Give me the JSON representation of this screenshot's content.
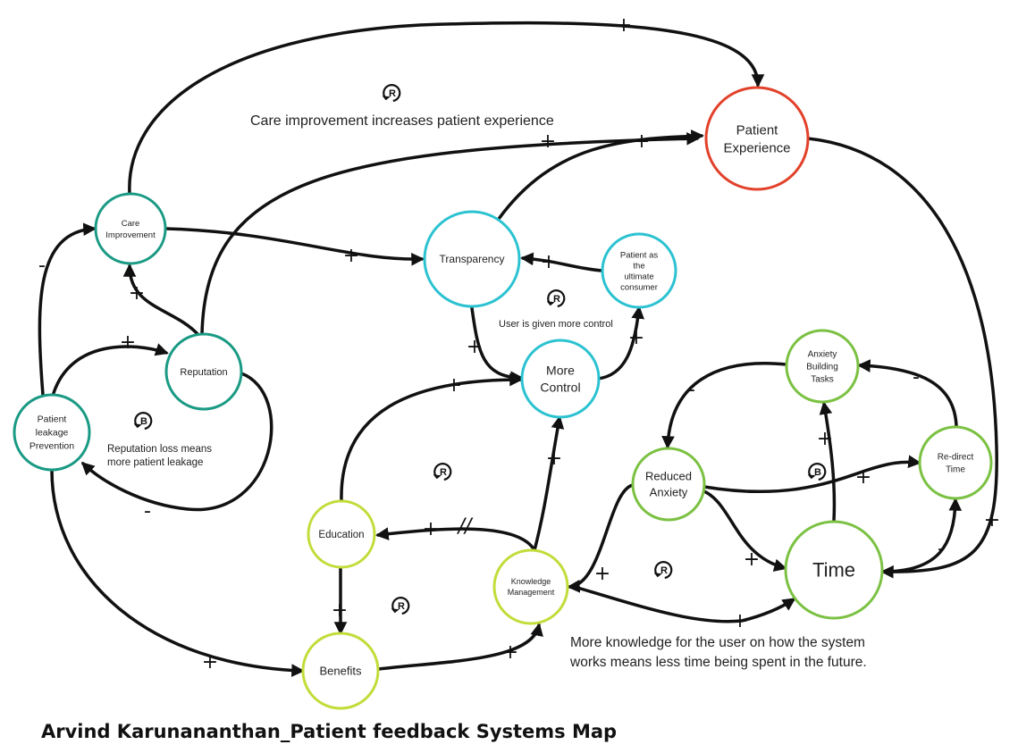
{
  "title": "Arvind Karunananthan_Patient feedback Systems Map",
  "colors": {
    "teal": "#1a9a84",
    "cyan": "#2bc2d1",
    "green": "#7bc142",
    "yellow_green": "#c2dc3a",
    "red": "#e2412a",
    "edge": "#111111"
  },
  "nodes": [
    {
      "id": "patient_experience",
      "lines": [
        "Patient",
        "Experience"
      ],
      "color": "#e2412a"
    },
    {
      "id": "care_improvement",
      "lines": [
        "Care",
        "Improvement"
      ],
      "color": "#1a9a84"
    },
    {
      "id": "transparency",
      "lines": [
        "Transparency"
      ],
      "color": "#2bc2d1"
    },
    {
      "id": "patient_consumer",
      "lines": [
        "Patient as",
        "the",
        "ultimate",
        "consumer"
      ],
      "color": "#2bc2d1"
    },
    {
      "id": "reputation",
      "lines": [
        "Reputation"
      ],
      "color": "#1a9a84"
    },
    {
      "id": "patient_leakage",
      "lines": [
        "Patient",
        "leakage",
        "Prevention"
      ],
      "color": "#1a9a84"
    },
    {
      "id": "more_control",
      "lines": [
        "More",
        "Control"
      ],
      "color": "#2bc2d1"
    },
    {
      "id": "anxiety_tasks",
      "lines": [
        "Anxiety",
        "Building",
        "Tasks"
      ],
      "color": "#7bc142"
    },
    {
      "id": "reduced_anxiety",
      "lines": [
        "Reduced",
        "Anxiety"
      ],
      "color": "#7bc142"
    },
    {
      "id": "redirect_time",
      "lines": [
        "Re-direct",
        "Time"
      ],
      "color": "#7bc142"
    },
    {
      "id": "education",
      "lines": [
        "Education"
      ],
      "color": "#c2dc3a"
    },
    {
      "id": "knowledge_mgmt",
      "lines": [
        "Knowledge",
        "Management"
      ],
      "color": "#c2dc3a"
    },
    {
      "id": "time",
      "lines": [
        "Time"
      ],
      "color": "#7bc142"
    },
    {
      "id": "benefits",
      "lines": [
        "Benefits"
      ],
      "color": "#c2dc3a"
    }
  ],
  "edges": [
    {
      "id": "care-to-experience",
      "sign": "+"
    },
    {
      "id": "reputation-to-experience",
      "sign": "+"
    },
    {
      "id": "transparency-to-experience",
      "sign": "+"
    },
    {
      "id": "care-to-transparency",
      "sign": "+"
    },
    {
      "id": "consumer-to-transparency",
      "sign": "+"
    },
    {
      "id": "transparency-to-control",
      "sign": "+"
    },
    {
      "id": "control-to-consumer",
      "sign": "+"
    },
    {
      "id": "reputation-to-care",
      "sign": "+"
    },
    {
      "id": "leakage-to-care",
      "sign": "-"
    },
    {
      "id": "leakage-to-reputation",
      "sign": "+"
    },
    {
      "id": "reputation-to-leakage",
      "sign": "-"
    },
    {
      "id": "leakage-to-benefits",
      "sign": "+"
    },
    {
      "id": "education-to-control",
      "sign": "+"
    },
    {
      "id": "education-to-benefits",
      "sign": "+"
    },
    {
      "id": "knowledge-to-education",
      "sign": "+",
      "delay": "//"
    },
    {
      "id": "knowledge-to-control",
      "sign": "+"
    },
    {
      "id": "benefits-to-knowledge",
      "sign": "+"
    },
    {
      "id": "experience-to-time",
      "sign": "+"
    },
    {
      "id": "tasks-to-reduced",
      "sign": "-"
    },
    {
      "id": "redirect-to-tasks",
      "sign": "-"
    },
    {
      "id": "time-to-tasks",
      "sign": "+"
    },
    {
      "id": "reduced-to-redirect",
      "sign": "+"
    },
    {
      "id": "reduced-to-time",
      "sign": "+"
    },
    {
      "id": "time-to-redirect",
      "sign": "-"
    },
    {
      "id": "reduced-to-knowledge",
      "sign": "+"
    },
    {
      "id": "knowledge-to-time",
      "sign": "+"
    }
  ],
  "loops": [
    {
      "id": "loop-care",
      "type": "R",
      "note": "Care improvement increases patient experience"
    },
    {
      "id": "loop-control",
      "type": "R",
      "note": "User is given more control"
    },
    {
      "id": "loop-reputation",
      "type": "B",
      "note": "Reputation loss means more patient leakage"
    },
    {
      "id": "loop-education",
      "type": "R",
      "note": ""
    },
    {
      "id": "loop-benefits",
      "type": "R",
      "note": ""
    },
    {
      "id": "loop-anxiety",
      "type": "B",
      "note": ""
    },
    {
      "id": "loop-knowledge",
      "type": "R",
      "note": "More knowledge for the user on how the system works means less time being spent in the future."
    }
  ]
}
